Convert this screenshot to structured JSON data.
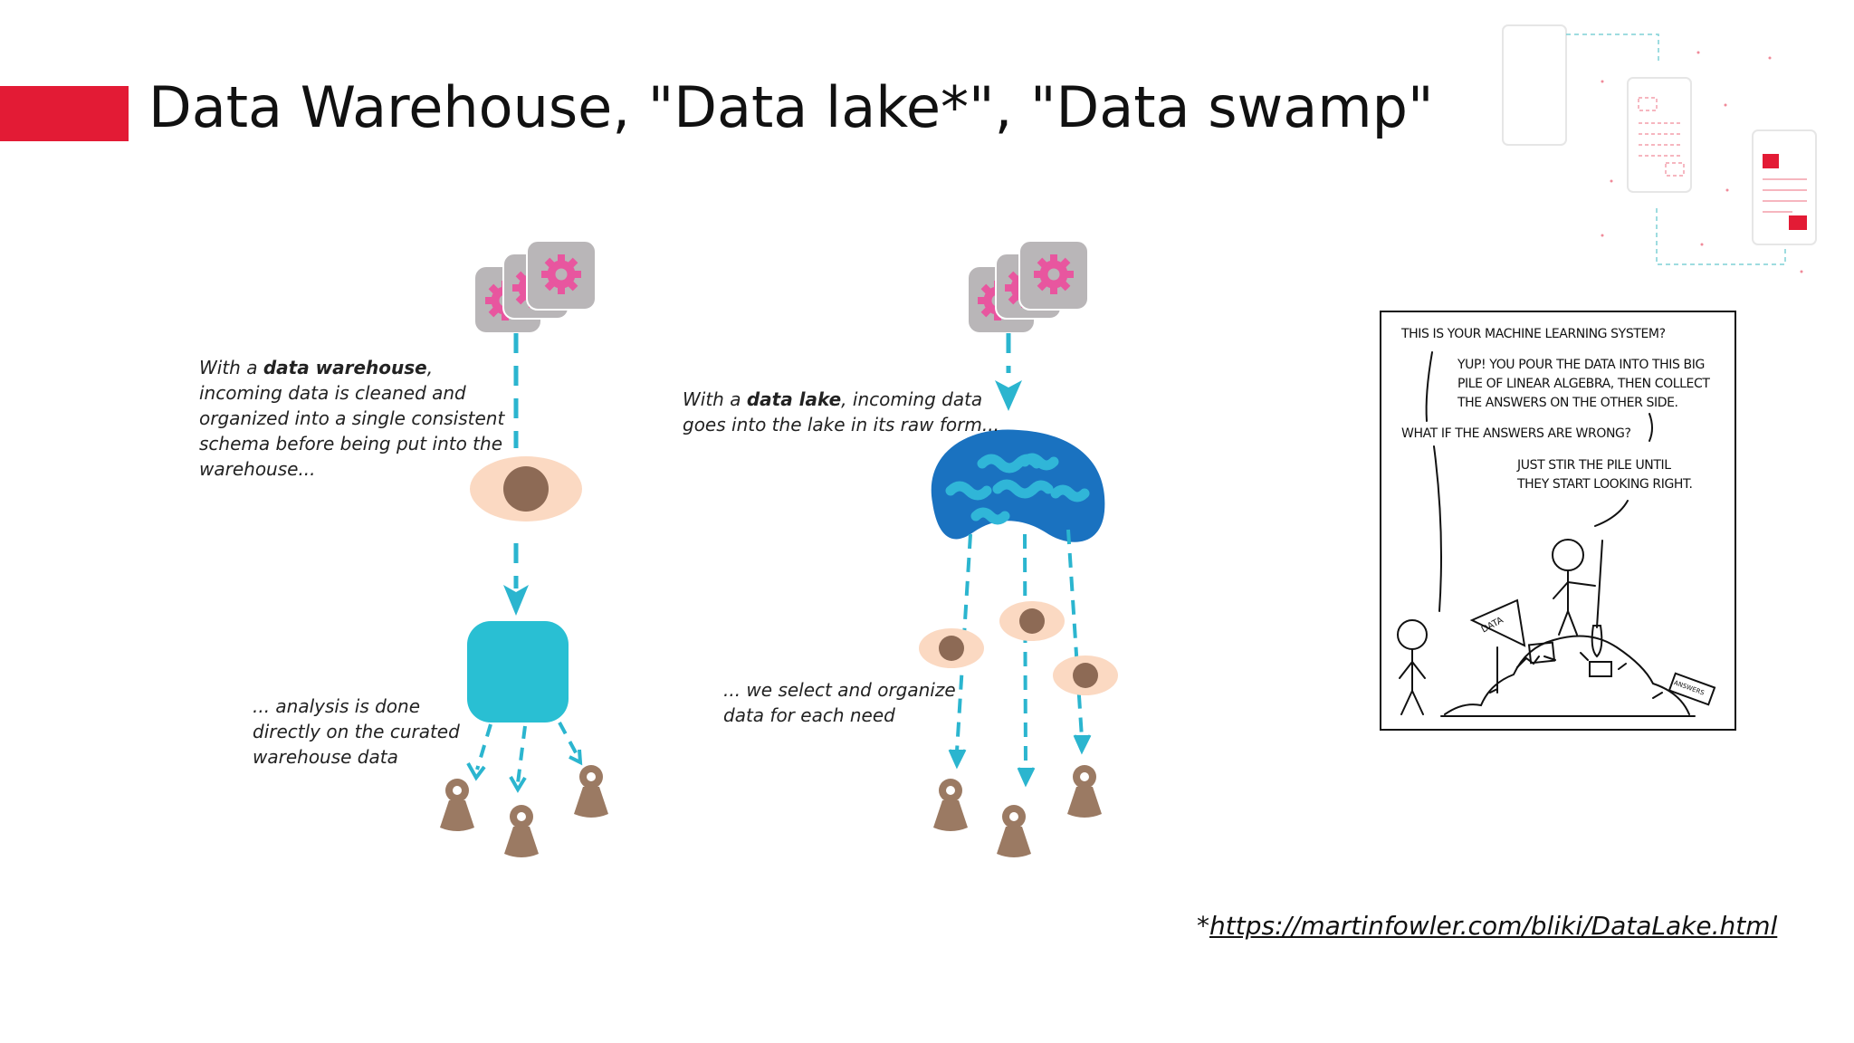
{
  "slide": {
    "title": "Data Warehouse, \"Data lake*\", \"Data swamp\""
  },
  "warehouse": {
    "caption_intro_pre": "With a ",
    "caption_intro_bold": "data warehouse",
    "caption_intro_post": ",",
    "caption_intro_rest": [
      "incoming data is cleaned and",
      "organized into a single consistent",
      "schema before being put into the",
      "warehouse..."
    ],
    "caption_analysis": [
      "... analysis is done",
      "directly on the curated",
      "warehouse data"
    ]
  },
  "lake": {
    "caption_intro_pre": "With a ",
    "caption_intro_bold": "data lake",
    "caption_intro_post": ", incoming data",
    "caption_intro_rest": [
      "goes into the lake in its raw form..."
    ],
    "caption_select": [
      "... we select and organize",
      "data for each need"
    ]
  },
  "comic": {
    "lines": [
      "THIS IS YOUR MACHINE LEARNING SYSTEM?",
      "YUP! YOU POUR THE DATA INTO THIS BIG",
      "PILE OF LINEAR ALGEBRA, THEN COLLECT",
      "THE ANSWERS ON THE OTHER SIDE.",
      "WHAT IF THE ANSWERS ARE WRONG?",
      "JUST STIR THE PILE UNTIL",
      "THEY START LOOKING RIGHT."
    ],
    "sign_data": "DATA",
    "sign_answers": "ANSWERS"
  },
  "footer": {
    "asterisk": "*",
    "link": "https://martinfowler.com/bliki/DataLake.html"
  },
  "colors": {
    "accent_red": "#e31b35",
    "arrow_teal": "#2bb5cf",
    "gear_pink": "#e8569f",
    "gear_bg": "#b9b6b8",
    "filter_skin": "#fbd9c2",
    "dot_brown": "#8d6a55",
    "lake_blue": "#1a72c0",
    "lake_wave": "#30b6d8",
    "warehouse_teal": "#29bfd3",
    "person_brown": "#9b7a63"
  }
}
